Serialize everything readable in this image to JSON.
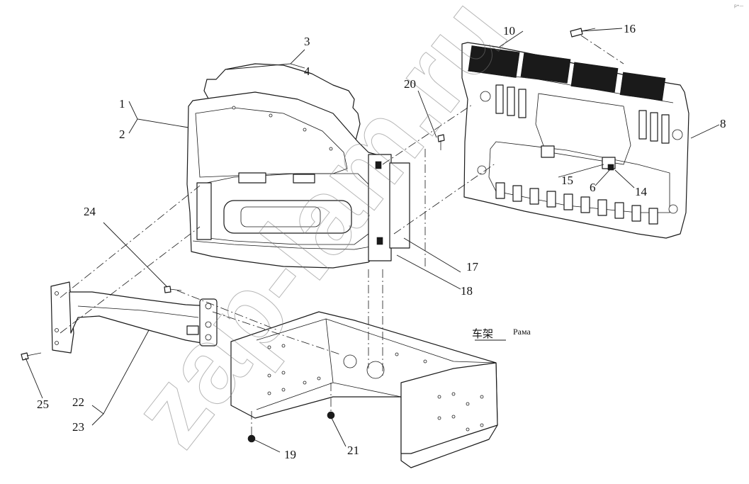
{
  "diagram": {
    "callouts": {
      "c1": "1",
      "c2": "2",
      "c3": "3",
      "c4": "4",
      "c6": "6",
      "c8": "8",
      "c10": "10",
      "c14": "14",
      "c15": "15",
      "c16": "16",
      "c17": "17",
      "c18": "18",
      "c19": "19",
      "c20": "20",
      "c21": "21",
      "c22": "22",
      "c23": "23",
      "c24": "24",
      "c25": "25"
    },
    "frame_label_cn": "车架",
    "frame_label_ru": "Рама",
    "watermark": "zap-lam.ru",
    "corner_mark": "р•—"
  }
}
